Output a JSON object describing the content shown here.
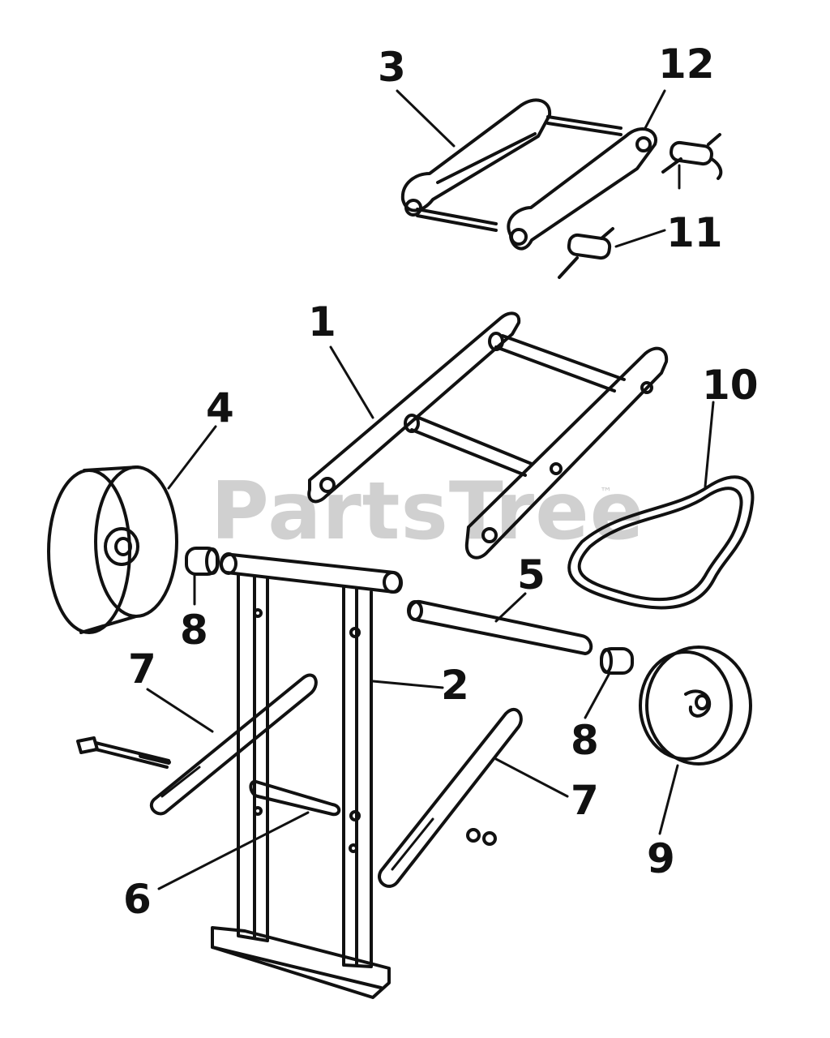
{
  "diagram": {
    "callouts": {
      "c1": "1",
      "c2": "2",
      "c3": "3",
      "c4": "4",
      "c5": "5",
      "c6": "6",
      "c7a": "7",
      "c7b": "7",
      "c8a": "8",
      "c8b": "8",
      "c9": "9",
      "c10": "10",
      "c11": "11",
      "c12": "12"
    }
  },
  "watermark": {
    "text": "PartsTree",
    "trademark": "™"
  },
  "colors": {
    "ink": "#111111",
    "watermark": "#d0d0d0",
    "background": "#ffffff"
  }
}
